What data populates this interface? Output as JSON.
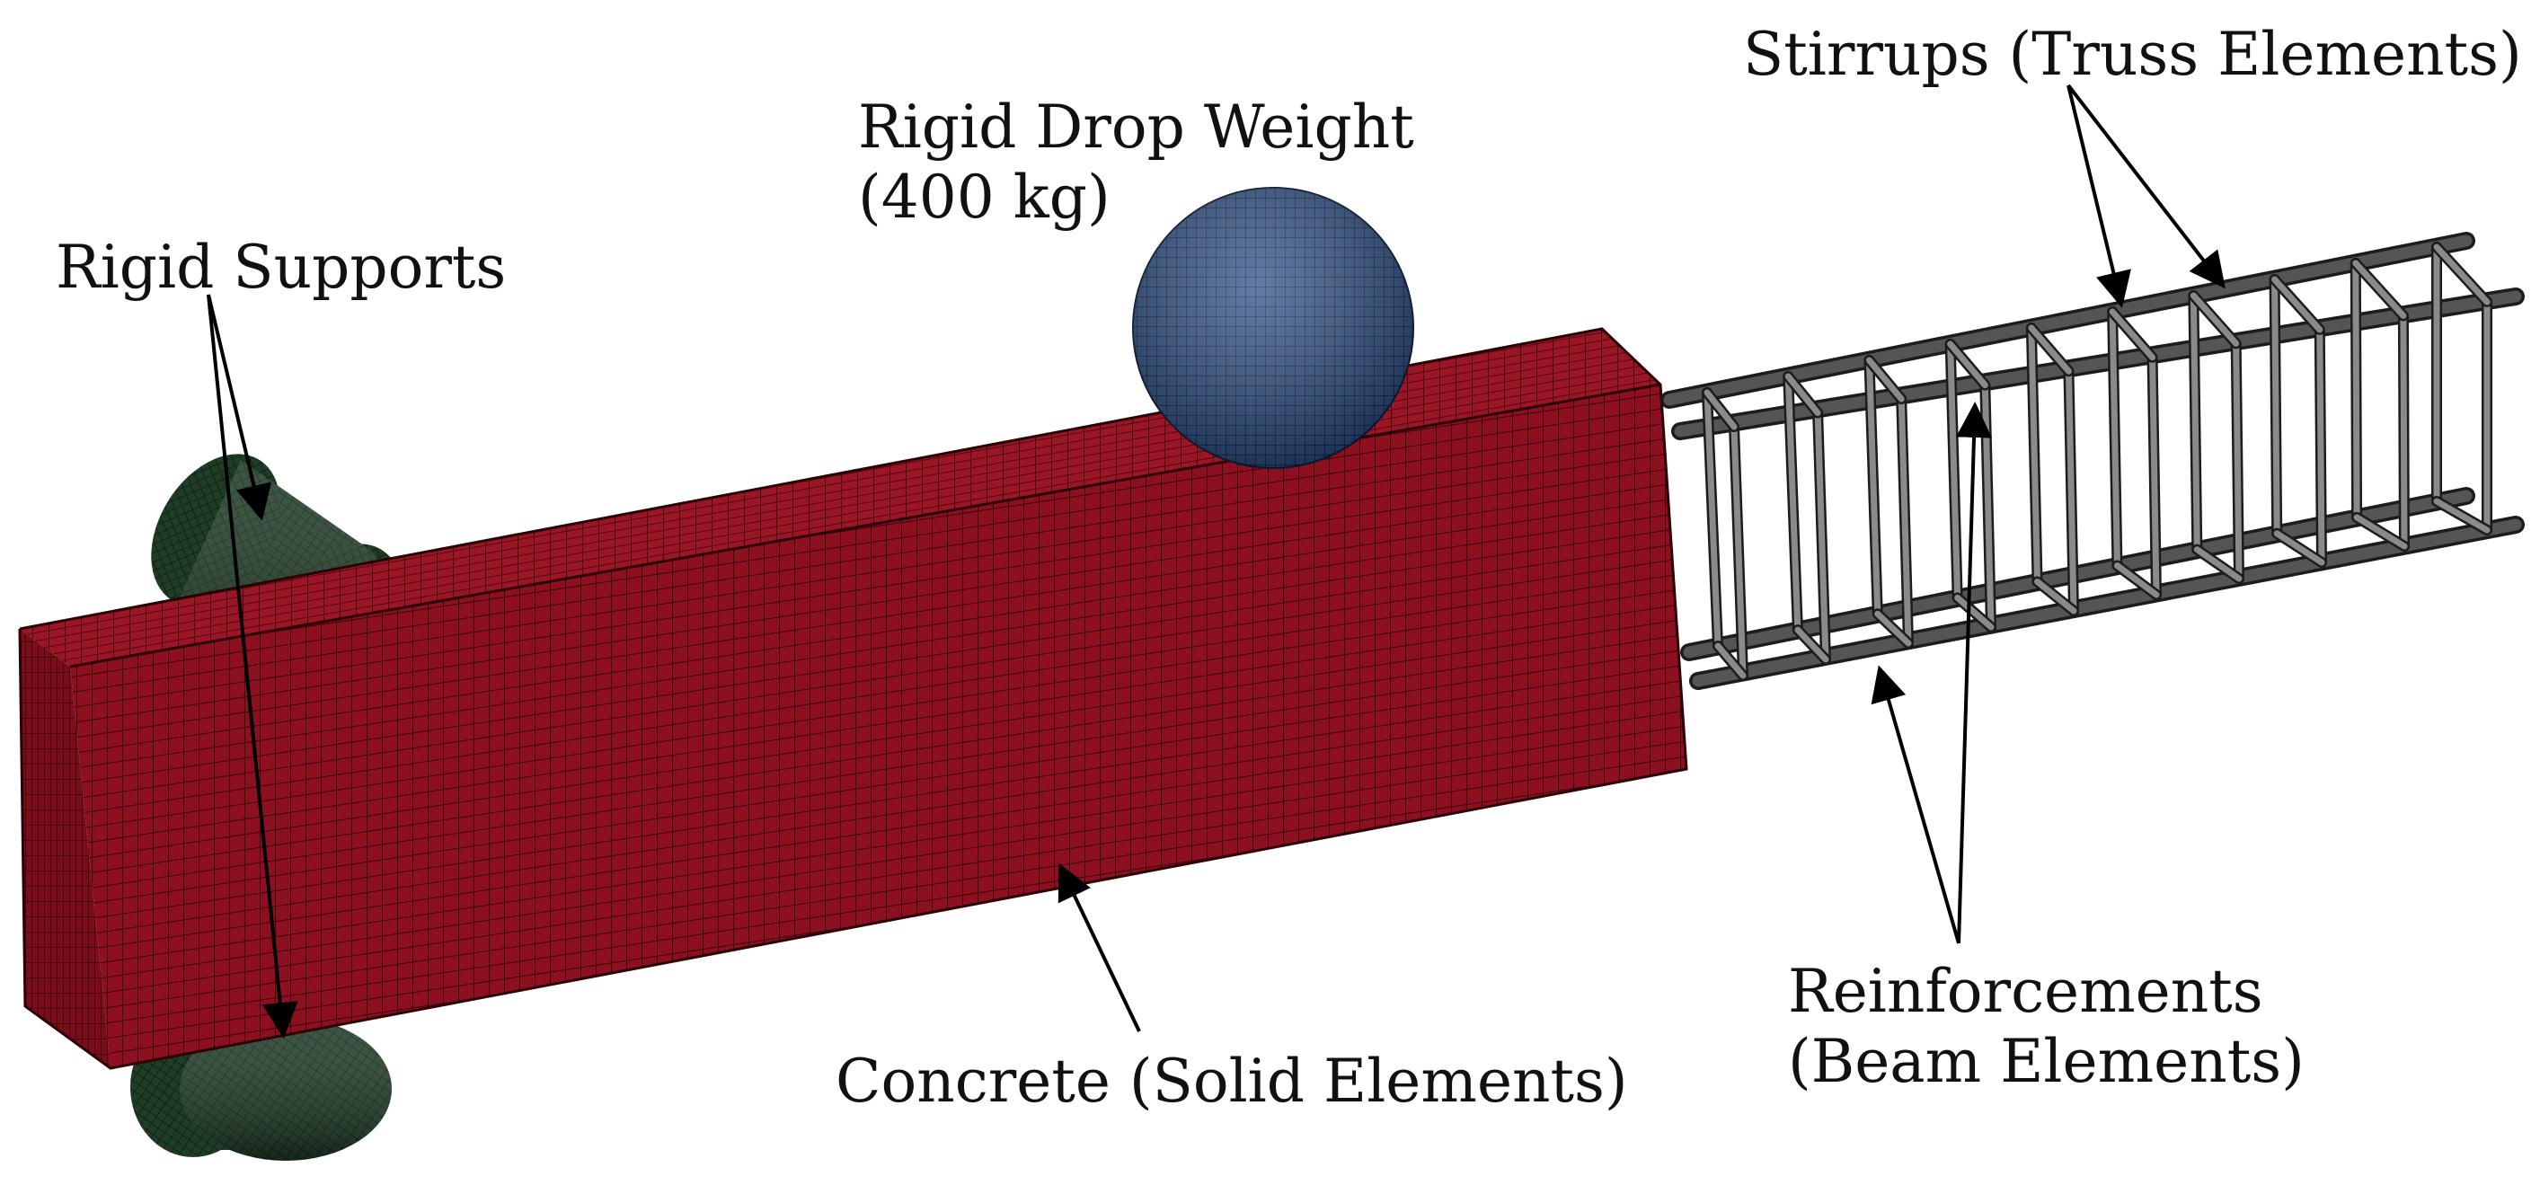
{
  "labels": {
    "drop_weight": [
      "Rigid Drop Weight",
      "(400 kg)"
    ],
    "rigid_supports": "Rigid Supports",
    "stirrups": "Stirrups (Truss Elements)",
    "concrete": "Concrete (Solid Elements)",
    "reinforcements": [
      "Reinforcements",
      "(Beam Elements)"
    ]
  },
  "colors": {
    "concrete": "#8c1020",
    "concrete_mesh": "#3a0008",
    "support": "#1f3d26",
    "support_mesh": "#0b1a0f",
    "sphere": "#2d4f86",
    "sphere_mesh": "#0d1a33",
    "rebar": "#555555",
    "arrow": "#000000"
  }
}
